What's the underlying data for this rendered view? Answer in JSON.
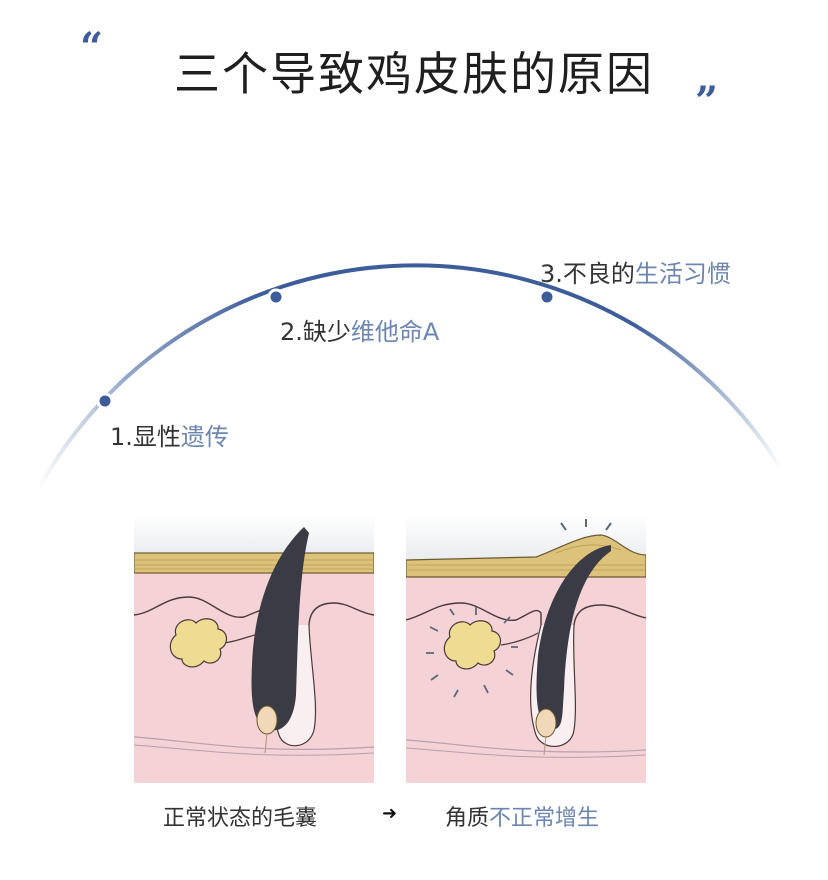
{
  "title": "三个导致鸡皮肤的原因",
  "quotes": {
    "open": "“",
    "close": "”"
  },
  "colors": {
    "accent": "#3d5d9a",
    "highlight_text": "#6c86b0",
    "dark_text": "#333333",
    "skin_pink": "#f4d2d6",
    "skin_top": "#dcc27a",
    "hair": "#3b3b45",
    "sebaceous": "#efdb91",
    "panel_bg_top": "#eef0f2"
  },
  "causes": [
    {
      "prefix": "1.显性",
      "highlight": "遗传"
    },
    {
      "prefix": "2.缺少",
      "highlight": "维他命A"
    },
    {
      "prefix": "3.不良的",
      "highlight": "生活习惯"
    }
  ],
  "illustrations": {
    "left": {
      "caption": "正常状态的毛囊",
      "caption_highlight": ""
    },
    "arrow": "➜",
    "right": {
      "caption_prefix": "角质",
      "caption_highlight": "不正常增生"
    }
  }
}
